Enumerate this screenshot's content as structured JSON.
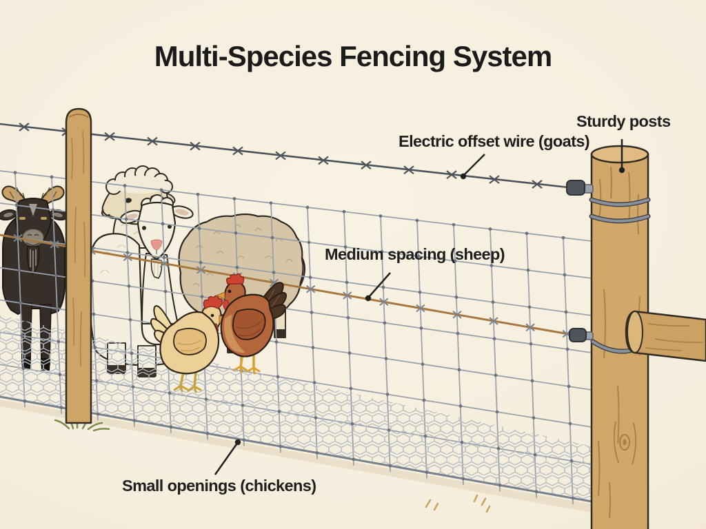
{
  "title": "Multi-Species Fencing System",
  "annotations": {
    "electric_wire": "Electric offset wire (goats)",
    "sturdy_posts": "Sturdy posts",
    "medium_spacing": "Medium spacing (sheep)",
    "small_openings": "Small openings (chickens)"
  },
  "illustration": {
    "depicted": [
      "dark-goat",
      "white-sheep-head",
      "white-lamb",
      "beige-sheep",
      "buff-chicken",
      "brown-hen",
      "woven-wire-mesh",
      "chicken-wire-hex-mesh",
      "barbed-electric-top-wire",
      "brown-offset-wire",
      "round-wood-post-left",
      "round-wood-post-right",
      "wood-rail",
      "wire-wraps",
      "insulators",
      "grass-tufts"
    ],
    "colors": {
      "background": "#f6eedd",
      "label_text": "#1e1e1e",
      "wood": "#d2a76a",
      "wood_outline": "#332c22",
      "mesh_wire": "#9aa1ab",
      "hex_wire": "#b6bcc4",
      "barbed_wire": "#4d535b",
      "offset_wire": "#a67840",
      "goat_body": "#37302a",
      "sheep_white": "#f5efdf",
      "sheep_beige": "#d6c6a7",
      "chicken_buff": "#ecd098",
      "hen_brown": "#b4653c",
      "comb_red": "#cf4431",
      "grass": "#7d8b50"
    }
  }
}
